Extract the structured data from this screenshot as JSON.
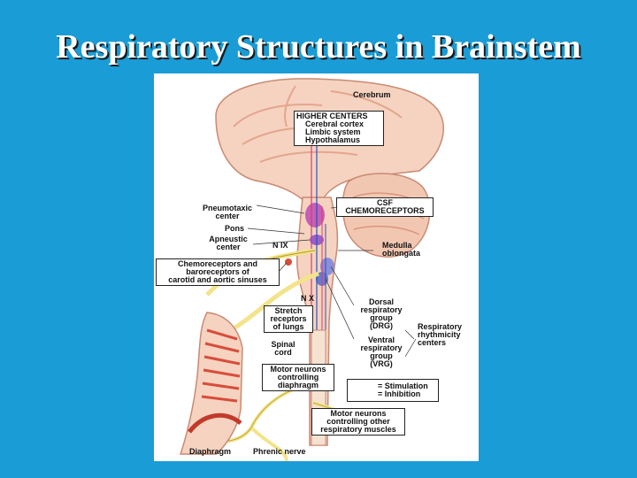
{
  "slide": {
    "title": "Respiratory Structures in Brainstem"
  },
  "labels": {
    "cerebrum": "Cerebrum",
    "higher_centers": {
      "heading": "HIGHER CENTERS",
      "l1": "Cerebral cortex",
      "l2": "Limbic system",
      "l3": "Hypothalamus"
    },
    "csf": {
      "l1": "CSF",
      "l2": "CHEMORECEPTORS"
    },
    "pneumotaxic": {
      "l1": "Pneumotaxic",
      "l2": "center"
    },
    "pons": "Pons",
    "apneustic": {
      "l1": "Apneustic",
      "l2": "center"
    },
    "n_ix": "N IX",
    "medulla": {
      "l1": "Medulla",
      "l2": "oblongata"
    },
    "chemoreceptors": {
      "l1": "Chemoreceptors and",
      "l2": "baroreceptors of",
      "l3": "carotid and aortic sinuses"
    },
    "n_x": "N X",
    "stretch": {
      "l1": "Stretch",
      "l2": "receptors",
      "l3": "of lungs"
    },
    "drg": {
      "l1": "Dorsal",
      "l2": "respiratory",
      "l3": "group",
      "l4": "(DRG)"
    },
    "vrg": {
      "l1": "Ventral",
      "l2": "respiratory",
      "l3": "group",
      "l4": "(VRG)"
    },
    "rhythmicity": {
      "l1": "Respiratory",
      "l2": "rhythmicity",
      "l3": "centers"
    },
    "spinal": {
      "l1": "Spinal",
      "l2": "cord"
    },
    "motor_diaphragm": {
      "l1": "Motor neurons",
      "l2": "controlling",
      "l3": "diaphragm"
    },
    "legend": {
      "stimulation": "= Stimulation",
      "inhibition": "= Inhibition"
    },
    "motor_other": {
      "l1": "Motor neurons",
      "l2": "controlling other",
      "l3": "respiratory muscles"
    },
    "diaphragm": "Diaphragm",
    "phrenic": "Phrenic nerve"
  },
  "colors": {
    "background": "#1a9cd6",
    "brain": "#f5d3c0",
    "brain_fold": "#e4a58f",
    "nerve": "#f3e38a",
    "stimulation": "#2f52b8",
    "inhibition": "#e03a72",
    "nucleus": "#c55fb5",
    "muscle": "#d94c3a"
  }
}
